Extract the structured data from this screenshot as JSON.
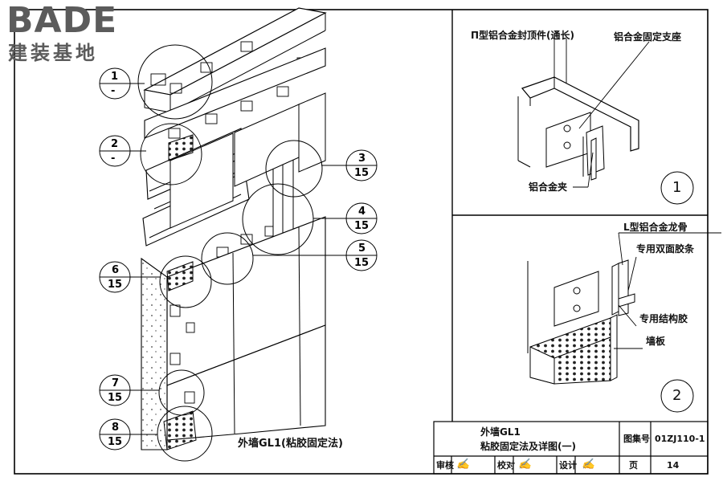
{
  "logo": {
    "brand": "BADE",
    "subtitle": "建装基地"
  },
  "main_view": {
    "caption": "外墙GL1(粘胶固定法)",
    "callouts": [
      {
        "num": "1",
        "den": "-"
      },
      {
        "num": "2",
        "den": "-"
      },
      {
        "num": "3",
        "den": "15"
      },
      {
        "num": "4",
        "den": "15"
      },
      {
        "num": "5",
        "den": "15"
      },
      {
        "num": "6",
        "den": "15"
      },
      {
        "num": "7",
        "den": "15"
      },
      {
        "num": "8",
        "den": "15"
      }
    ]
  },
  "detail_1": {
    "number": "1",
    "labels": {
      "cap": "Π型铝合金封顶件(通长)",
      "support": "铝合金固定支座",
      "clip": "铝合金夹"
    }
  },
  "detail_2": {
    "number": "2",
    "labels": {
      "keel": "L型铝合金龙骨",
      "tape": "专用双面胶条",
      "glue": "专用结构胶",
      "panel": "墙板"
    }
  },
  "title_block": {
    "title_line1": "外墙GL1",
    "title_line2": "粘胶固定法及详图(一)",
    "atlas_label": "图集号",
    "atlas_no": "01ZJ110-1",
    "review_label": "审核",
    "check_label": "校对",
    "design_label": "设计",
    "page_label": "页",
    "page_no": "14"
  }
}
